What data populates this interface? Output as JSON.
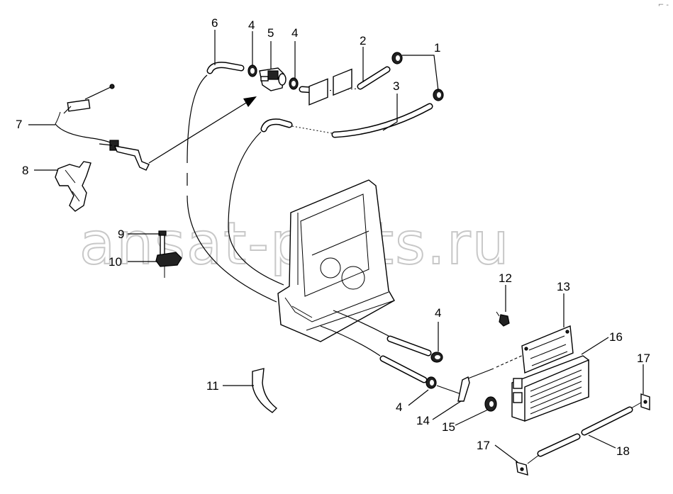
{
  "watermark": "ansat-parts.ru",
  "corner_mark": "⌐ -",
  "callouts": [
    {
      "id": "c1",
      "text": "1"
    },
    {
      "id": "c2",
      "text": "2"
    },
    {
      "id": "c3",
      "text": "3"
    },
    {
      "id": "c4a",
      "text": "4"
    },
    {
      "id": "c5",
      "text": "5"
    },
    {
      "id": "c4b",
      "text": "4"
    },
    {
      "id": "c6",
      "text": "6"
    },
    {
      "id": "c7",
      "text": "7"
    },
    {
      "id": "c8",
      "text": "8"
    },
    {
      "id": "c9",
      "text": "9"
    },
    {
      "id": "c10",
      "text": "10"
    },
    {
      "id": "c11",
      "text": "11"
    },
    {
      "id": "c4c",
      "text": "4"
    },
    {
      "id": "c4d",
      "text": "4"
    },
    {
      "id": "c12",
      "text": "12"
    },
    {
      "id": "c13",
      "text": "13"
    },
    {
      "id": "c14",
      "text": "14"
    },
    {
      "id": "c15",
      "text": "15"
    },
    {
      "id": "c16",
      "text": "16"
    },
    {
      "id": "c17a",
      "text": "17"
    },
    {
      "id": "c17b",
      "text": "17"
    },
    {
      "id": "c18",
      "text": "18"
    }
  ]
}
